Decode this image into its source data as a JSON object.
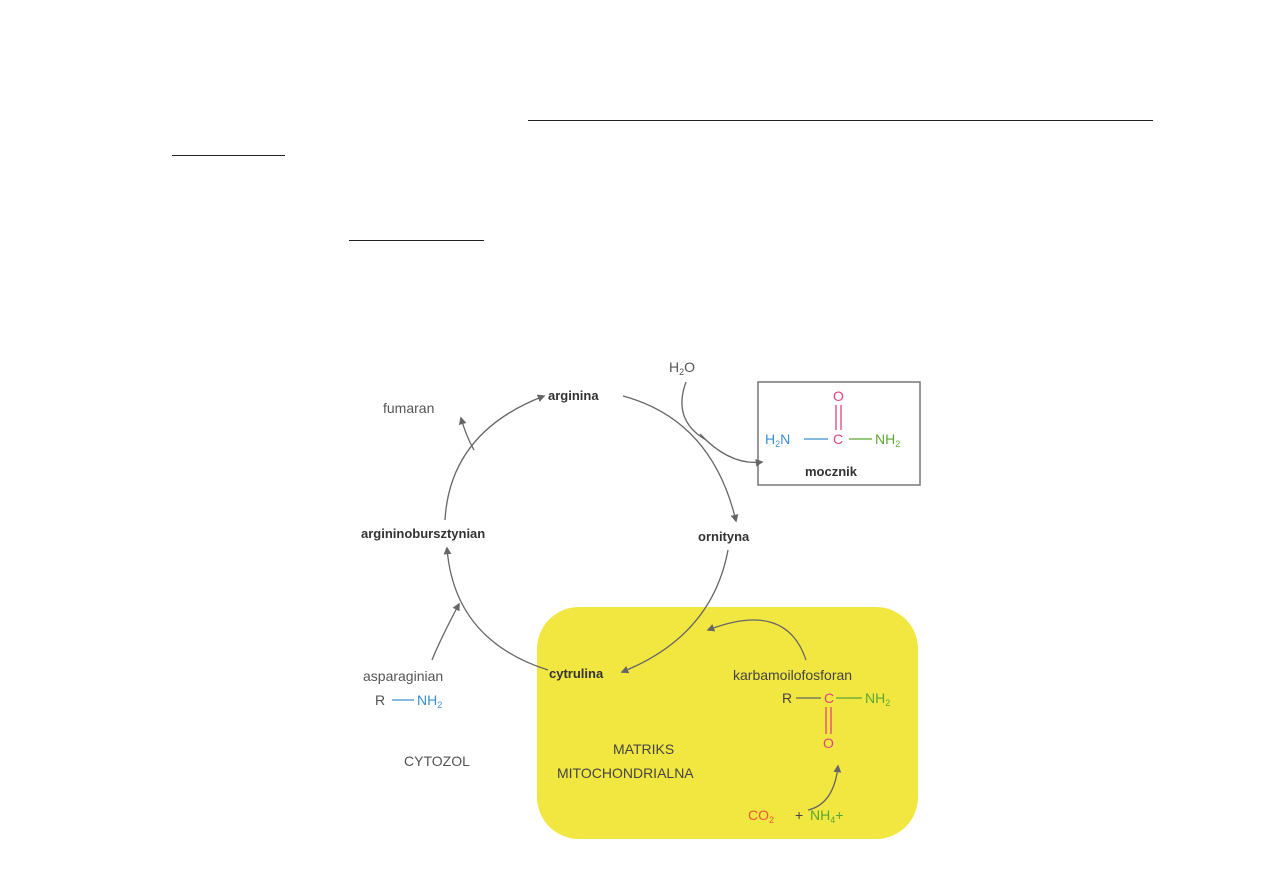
{
  "colors": {
    "matrix_fill": "#f2e640",
    "arrow": "#666666",
    "text": "#333333",
    "oxygen": "#e0457a",
    "nitrogen_left": "#3a8fd0",
    "nitrogen_right": "#5aa832",
    "co2": "#e8583a"
  },
  "diagram": {
    "arginine": "arginina",
    "fumarate": "fumaran",
    "water": {
      "base": "H",
      "sub": "2",
      "tail": "O"
    },
    "urea": {
      "oxygen": "O",
      "left_group": {
        "base": "H",
        "sub": "2",
        "tail": "N"
      },
      "carbon": "C",
      "right_group": {
        "base": "NH",
        "sub": "2"
      },
      "name": "mocznik"
    },
    "argininosuccinate": "argininobursztynian",
    "ornithine": "ornityna",
    "aspartate": "asparaginian",
    "aspartate_r": "R",
    "aspartate_group": {
      "base": "NH",
      "sub": "2"
    },
    "citrulline": "cytrulina",
    "carbamoyl_phosphate": "karbamoilofosforan",
    "carbamoyl_r": "R",
    "carbamoyl_c": "C",
    "carbamoyl_o": "O",
    "carbamoyl_group": {
      "base": "NH",
      "sub": "2"
    },
    "cytosol": "CYTOZOL",
    "matrix_line1": "MATRIKS",
    "matrix_line2": "MITOCHONDRIALNA",
    "co2": {
      "base": "CO",
      "sub": "2"
    },
    "plus": "+",
    "ammonium": {
      "base": "NH",
      "sub": "4",
      "tail": "+"
    }
  }
}
